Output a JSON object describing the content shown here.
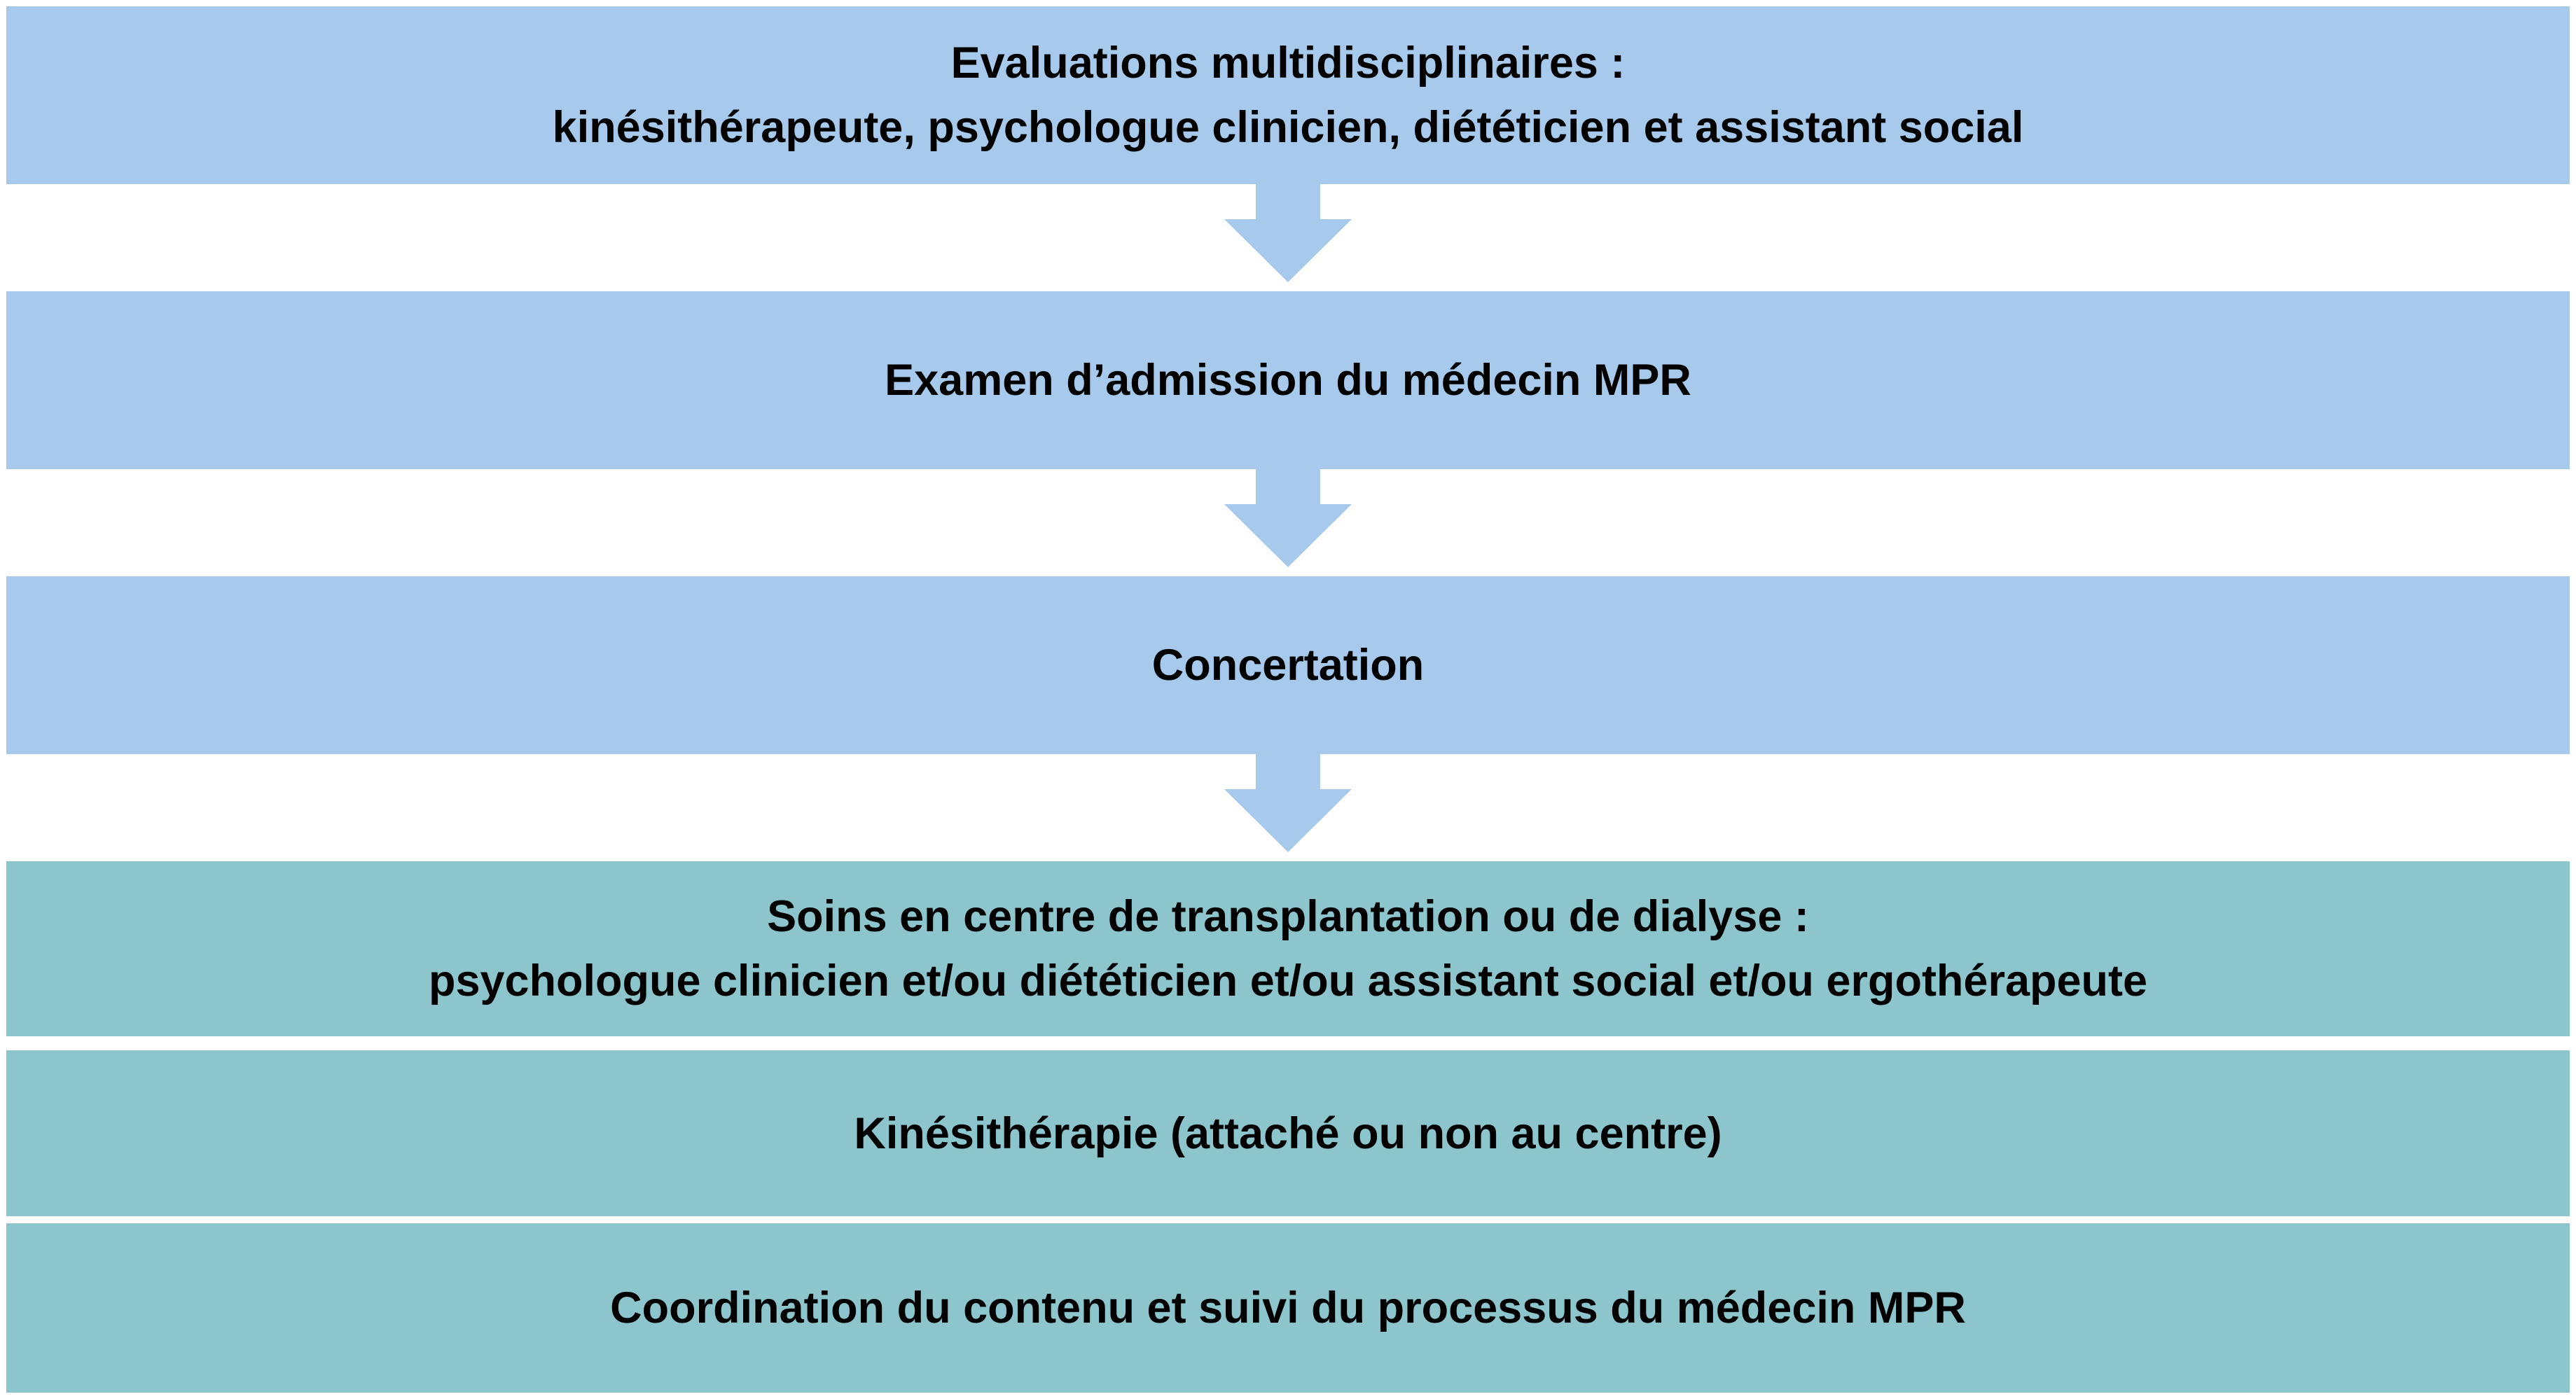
{
  "colors": {
    "process_box": "#a7c9ec",
    "care_box": "#8cc5cc",
    "arrow": "#a7c9ec",
    "text": "#000000"
  },
  "steps": [
    {
      "line1": "Evaluations multidisciplinaires :",
      "line2": "kinésithérapeute, psychologue clinicien, diététicien et assistant social"
    },
    {
      "line1": "Examen d’admission du médecin MPR"
    },
    {
      "line1": "Concertation"
    }
  ],
  "care": [
    {
      "line1": "Soins en centre de transplantation ou de dialyse :",
      "line2": "psychologue clinicien et/ou diététicien et/ou assistant social et/ou ergothérapeute"
    },
    {
      "line1": "Kinésithérapie (attaché ou non au centre)"
    },
    {
      "line1": "Coordination du contenu et suivi du processus du médecin MPR"
    }
  ]
}
